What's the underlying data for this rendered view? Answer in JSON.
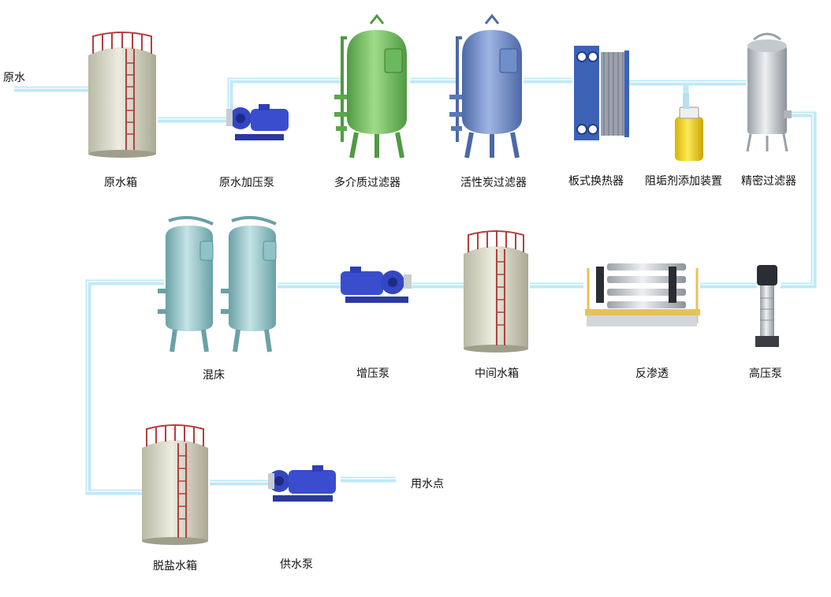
{
  "labels": {
    "raw_water_in": "原水",
    "raw_water_tank": "原水箱",
    "raw_booster_pump": "原水加压泵",
    "multimedia_filter": "多介质过滤器",
    "carbon_filter": "活性炭过滤器",
    "plate_heat_exchanger": "板式换热器",
    "antiscalant_dosing": "阻垢剂添加装置",
    "precision_filter": "精密过滤器",
    "high_pressure_pump": "高压泵",
    "reverse_osmosis": "反渗透",
    "middle_water_tank": "中间水箱",
    "booster_pump": "增压泵",
    "mixed_bed": "混床",
    "desalted_water_tank": "脱盐水箱",
    "supply_pump": "供水泵",
    "water_use_point": "用水点"
  },
  "colors": {
    "pipe": "#bfe9f7",
    "pipe_edge": "#7fcfea",
    "tank": "#d9d9c8",
    "ladder": "#b2403f",
    "pump": "#2c3fb8",
    "mm_filter": "#7bc46c",
    "carbon_filter": "#6f8fc9",
    "mixed_bed": "#8fc3c7",
    "steel": "#c9cdd2",
    "dosing": "#f0d21c"
  }
}
